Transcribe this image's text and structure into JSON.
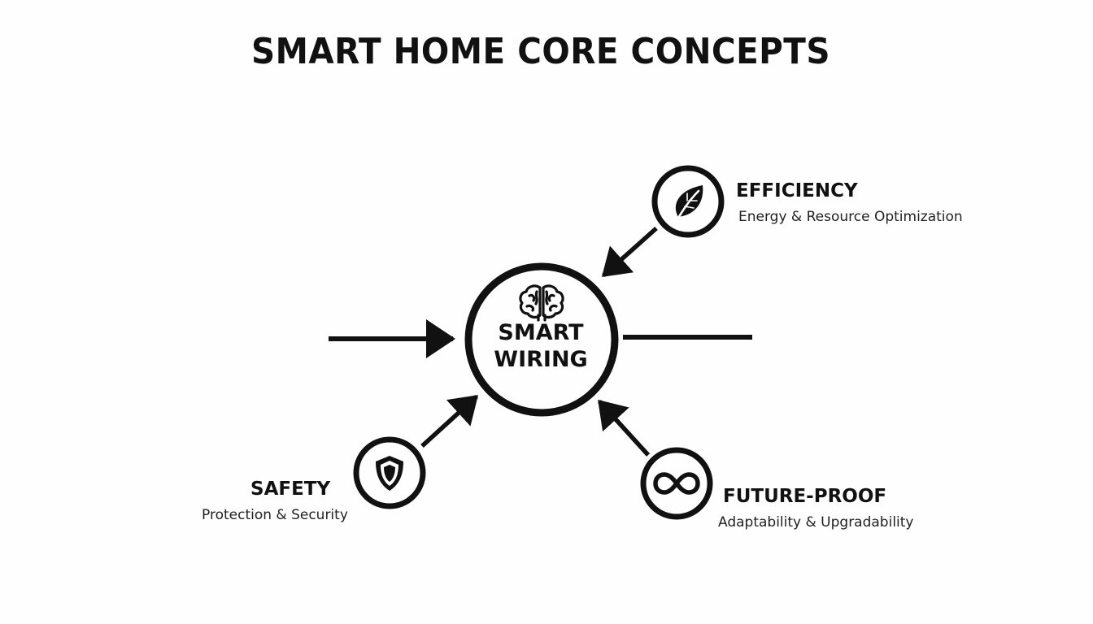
{
  "title": "SMART HOME CORE CONCEPTS",
  "center": {
    "line1": "SMART",
    "line2": "WIRING",
    "icon": "brain-icon"
  },
  "nodes": [
    {
      "id": "efficiency",
      "title": "EFFICIENCY",
      "subtitle": "Energy & Resource Optimization",
      "icon": "leaf-icon"
    },
    {
      "id": "safety",
      "title": "SAFETY",
      "subtitle": "Protection & Security",
      "icon": "shield-icon"
    },
    {
      "id": "future-proof",
      "title": "FUTURE-PROOF",
      "subtitle": "Adaptability & Upgradability",
      "icon": "infinity-icon"
    }
  ],
  "colors": {
    "stroke": "#111111",
    "background": "#fefefe"
  }
}
